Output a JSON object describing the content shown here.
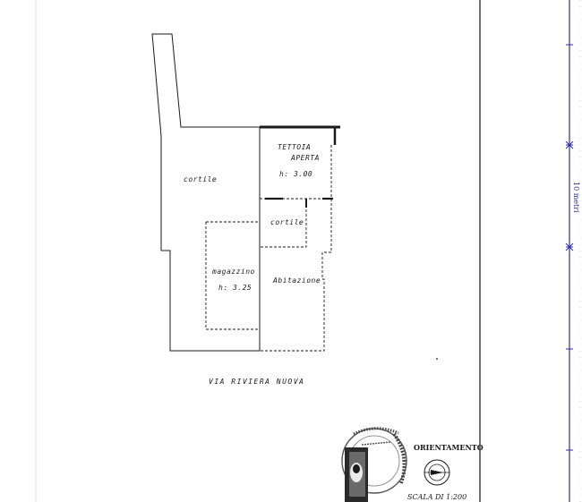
{
  "plan": {
    "labels": {
      "cortile_main": "cortile",
      "tettoia_line1": "TETTOIA",
      "tettoia_line2": "APERTA",
      "tettoia_height": "h: 3.00",
      "cortile_small": "cortile",
      "magazzino": "magazzino",
      "magazzino_height": "h: 3.25",
      "abitazione": "Abitazione",
      "street": "VIA RIVIERA NUOVA"
    },
    "colors": {
      "ink": "#1a1a1a",
      "scale_bar": "#2e2ea8",
      "stamp_red": "#8a2a2a"
    }
  },
  "legend": {
    "orientation_title": "ORIENTAMENTO",
    "scale_text": "SCALA DI 1:200",
    "compass_icon": "compass-rose-icon",
    "stamp_icon": "official-seal-icon"
  },
  "scale_bar": {
    "label": "10 metri"
  }
}
